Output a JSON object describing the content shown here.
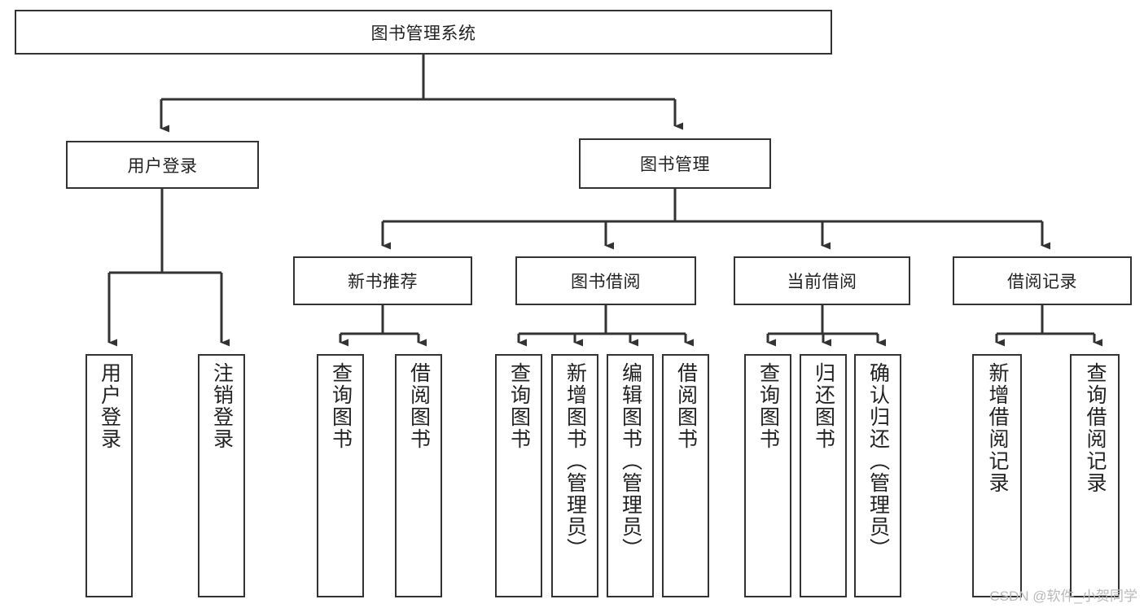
{
  "diagram": {
    "type": "tree-hierarchy",
    "title": "图书管理系统",
    "root": {
      "id": "root",
      "label": "图书管理系统"
    },
    "level2": [
      {
        "id": "user-login",
        "label": "用户登录"
      },
      {
        "id": "book-management",
        "label": "图书管理"
      }
    ],
    "level3": [
      {
        "id": "new-book-recommend",
        "label": "新书推荐",
        "parent": "book-management"
      },
      {
        "id": "book-borrow",
        "label": "图书借阅",
        "parent": "book-management"
      },
      {
        "id": "current-borrow",
        "label": "当前借阅",
        "parent": "book-management"
      },
      {
        "id": "borrow-record",
        "label": "借阅记录",
        "parent": "book-management"
      }
    ],
    "leaves": {
      "user-login": [
        {
          "id": "leaf-user-login",
          "label": "用户登录"
        },
        {
          "id": "leaf-user-logout",
          "label": "注销登录"
        }
      ],
      "new-book-recommend": [
        {
          "id": "leaf-query-book-1",
          "label": "查询图书"
        },
        {
          "id": "leaf-borrow-book-1",
          "label": "借阅图书"
        }
      ],
      "book-borrow": [
        {
          "id": "leaf-query-book-2",
          "label": "查询图书"
        },
        {
          "id": "leaf-add-book",
          "label": "新增图书（管理员）"
        },
        {
          "id": "leaf-edit-book",
          "label": "编辑图书（管理员）"
        },
        {
          "id": "leaf-borrow-book-2",
          "label": "借阅图书"
        }
      ],
      "current-borrow": [
        {
          "id": "leaf-query-book-3",
          "label": "查询图书"
        },
        {
          "id": "leaf-return-book",
          "label": "归还图书"
        },
        {
          "id": "leaf-confirm-return",
          "label": "确认归还（管理员）"
        }
      ],
      "borrow-record": [
        {
          "id": "leaf-add-record",
          "label": "新增借阅记录"
        },
        {
          "id": "leaf-query-record",
          "label": "查询借阅记录"
        }
      ]
    },
    "colors": {
      "stroke": "#333333",
      "box_fill": "#ffffff",
      "text": "#222222",
      "watermark": "#b9b9b9",
      "background": "#ffffff"
    }
  },
  "watermark": {
    "text": "CSDN @软件_小贺同学"
  }
}
